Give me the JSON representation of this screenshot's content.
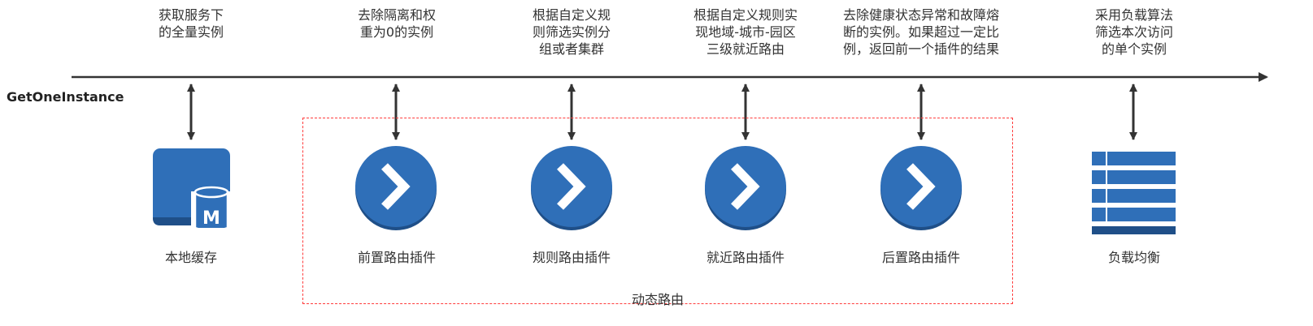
{
  "axis": {
    "label": "GetOneInstance"
  },
  "group": {
    "label": "动态路由"
  },
  "steps": [
    {
      "lines": [
        "获取服务下",
        "的全量实例"
      ],
      "label": "本地缓存",
      "icon": "database-cache-icon"
    },
    {
      "lines": [
        "去除隔离和权",
        "重为0的实例"
      ],
      "label": "前置路由插件",
      "icon": "chevron-right-circle-icon"
    },
    {
      "lines": [
        "根据自定义规",
        "则筛选实例分",
        "组或者集群"
      ],
      "label": "规则路由插件",
      "icon": "chevron-right-circle-icon"
    },
    {
      "lines": [
        "根据自定义规则实",
        "现地域-城市-园区",
        "三级就近路由"
      ],
      "label": "就近路由插件",
      "icon": "chevron-right-circle-icon"
    },
    {
      "lines": [
        "去除健康状态异常和故障熔",
        "断的实例。如果超过一定比",
        "例，返回前一个插件的结果"
      ],
      "label": "后置路由插件",
      "icon": "chevron-right-circle-icon"
    },
    {
      "lines": [
        "采用负载算法",
        "筛选本次访问",
        "的单个实例"
      ],
      "label": "负载均衡",
      "icon": "list-table-icon"
    }
  ],
  "colors": {
    "icon_blue": "#2f6fb8",
    "icon_dark": "#1f4f88",
    "arrow": "#333333",
    "group_border": "#ff3b3b"
  }
}
